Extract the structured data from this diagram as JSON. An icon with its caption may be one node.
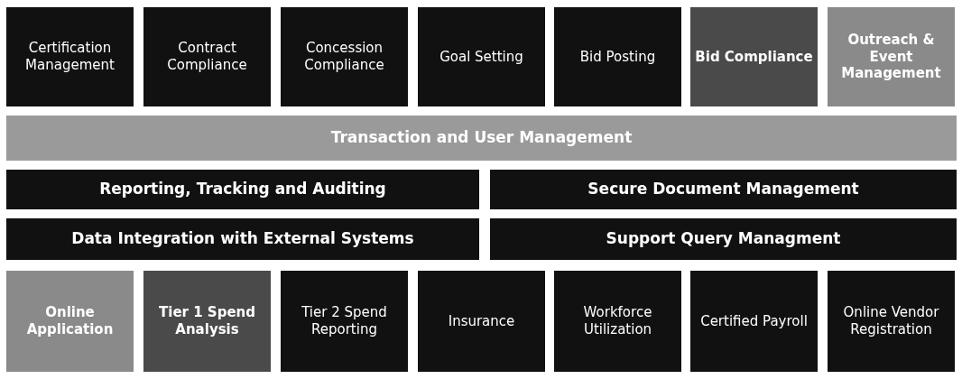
{
  "diagram": {
    "nodes": [
      {
        "text": [
          "Certification Management"
        ]
      },
      {
        "text": [
          "Contract Compliance"
        ]
      },
      {
        "text": [
          "Concession Compliance"
        ]
      },
      {
        "text": [
          "Goal Setting"
        ]
      },
      {
        "text": [
          "Bid Posting"
        ]
      },
      {
        "text": [
          "Bid Compliance"
        ]
      },
      {
        "text": [
          "Outreach & Event Management"
        ]
      },
      {
        "text": [
          "Transaction and User Management"
        ]
      },
      {
        "text": [
          "Reporting, Tracking and Auditing"
        ]
      },
      {
        "text": [
          "Secure Document Management"
        ]
      },
      {
        "text": [
          "Data Integration with External Systems"
        ]
      },
      {
        "text": [
          "Support Query Managment"
        ]
      },
      {
        "text": [
          "Online Application"
        ]
      },
      {
        "text": [
          "Tier 1 Spend Analysis"
        ]
      },
      {
        "text": [
          "Tier 2 Spend Reporting"
        ]
      },
      {
        "text": [
          "Insurance"
        ]
      },
      {
        "text": [
          "Workforce Utilization"
        ]
      },
      {
        "text": [
          "Certified Payroll"
        ]
      },
      {
        "text": [
          "Online Vendor Registration"
        ]
      }
    ]
  }
}
